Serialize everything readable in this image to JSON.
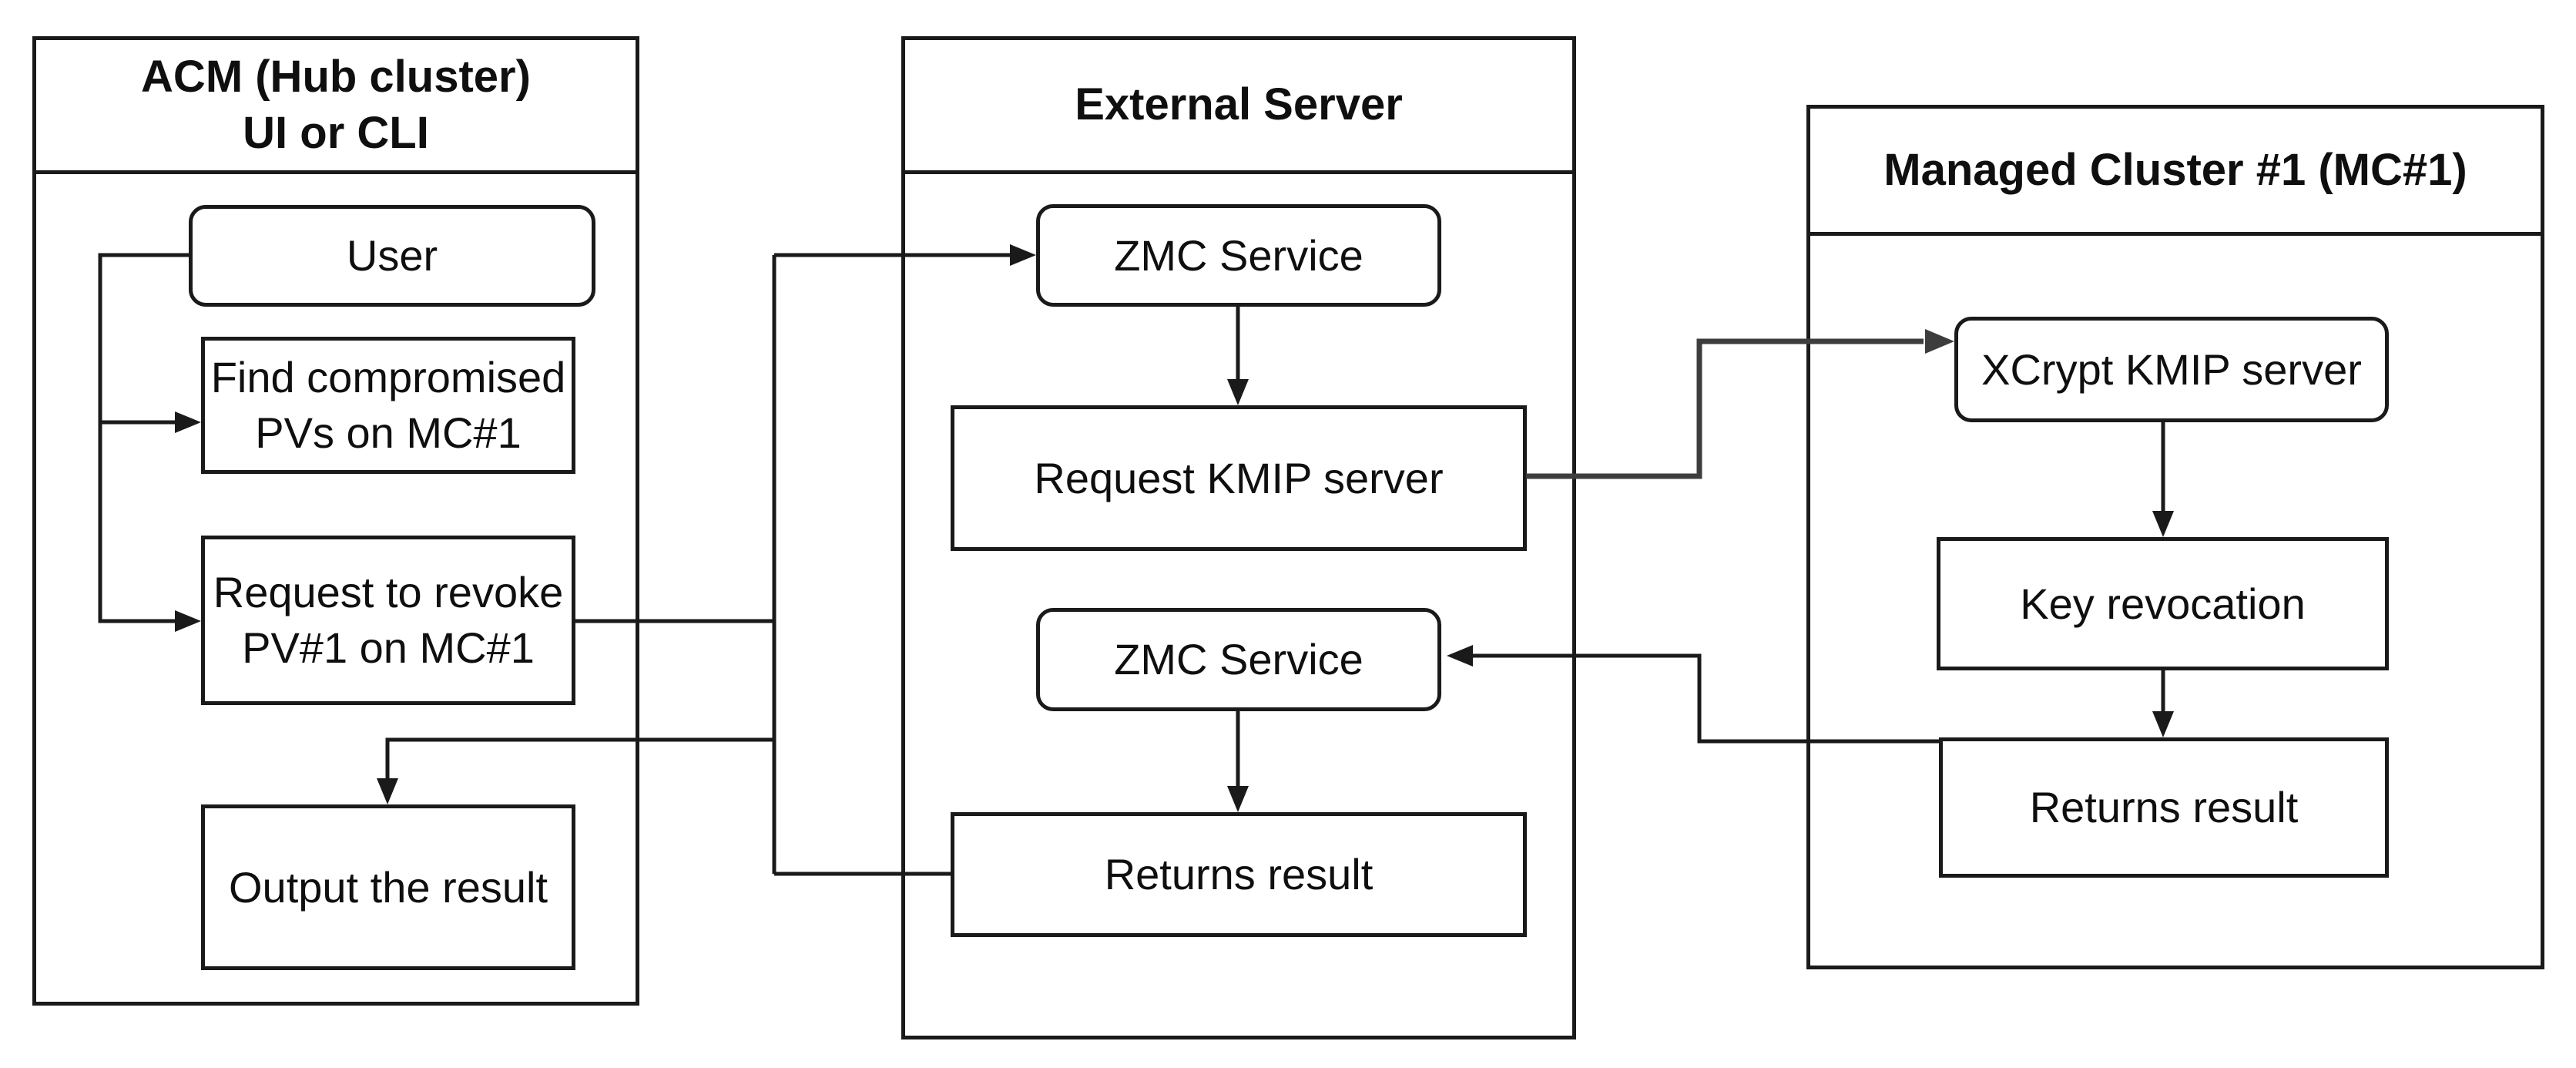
{
  "colors": {
    "stroke": "#1a1a1a",
    "accent-stroke": "#3d3d3d",
    "background": "#ffffff",
    "text": "#0f0f0f"
  },
  "containers": {
    "acm": {
      "title": "ACM (Hub cluster)\nUI or CLI"
    },
    "external": {
      "title": "External Server"
    },
    "managed": {
      "title": "Managed Cluster #1 (MC#1)"
    }
  },
  "nodes": {
    "user": {
      "label": "User"
    },
    "find_pvs": {
      "label": "Find compromised\nPVs on MC#1"
    },
    "revoke_pv": {
      "label": "Request to revoke\nPV#1 on MC#1"
    },
    "output_result": {
      "label": "Output the result"
    },
    "zmc_top": {
      "label": "ZMC Service"
    },
    "request_kmip": {
      "label": "Request KMIP server"
    },
    "zmc_bottom": {
      "label": "ZMC Service"
    },
    "returns_external": {
      "label": "Returns result"
    },
    "xcrypt": {
      "label": "XCrypt KMIP server"
    },
    "key_revocation": {
      "label": "Key revocation"
    },
    "returns_mc": {
      "label": "Returns result"
    }
  }
}
